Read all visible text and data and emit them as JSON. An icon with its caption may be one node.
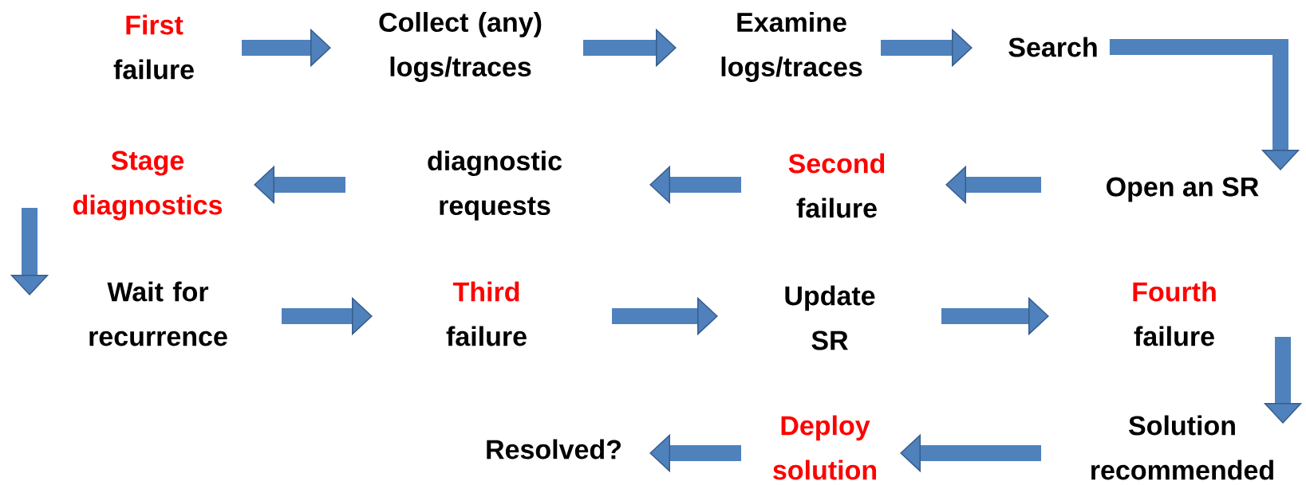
{
  "diagram": {
    "nodes": [
      {
        "text": [
          "First",
          "failure"
        ]
      },
      {
        "text": [
          "Collect (any) logs/traces"
        ]
      },
      {
        "text": [
          "Examine logs/traces"
        ]
      },
      {
        "text": [
          "Search"
        ]
      },
      {
        "text": [
          "Open an SR"
        ]
      },
      {
        "text": [
          "Second",
          "failure"
        ]
      },
      {
        "text": [
          "diagnostic requests"
        ]
      },
      {
        "text": [
          "Stage diagnostics"
        ]
      },
      {
        "text": [
          "Wait for recurrence"
        ]
      },
      {
        "text": [
          "Third",
          "failure"
        ]
      },
      {
        "text": [
          "Update SR"
        ]
      },
      {
        "text": [
          "Fourth",
          "failure"
        ]
      },
      {
        "text": [
          "Solution recommended"
        ]
      },
      {
        "text": [
          "Deploy solution"
        ]
      },
      {
        "text": [
          "Resolved?"
        ]
      }
    ],
    "edges": [
      {
        "from": 0,
        "to": 1,
        "arrow": "to"
      },
      {
        "from": 1,
        "to": 2,
        "arrow": "to"
      },
      {
        "from": 2,
        "to": 3,
        "arrow": "to"
      },
      {
        "from": 3,
        "to": 4,
        "arrow": "to"
      },
      {
        "from": 4,
        "to": 5,
        "arrow": "to"
      },
      {
        "from": 5,
        "to": 6,
        "arrow": "to"
      },
      {
        "from": 6,
        "to": 7,
        "arrow": "to"
      },
      {
        "from": 7,
        "to": 8,
        "arrow": "to"
      },
      {
        "from": 8,
        "to": 9,
        "arrow": "to"
      },
      {
        "from": 9,
        "to": 10,
        "arrow": "to"
      },
      {
        "from": 10,
        "to": 11,
        "arrow": "to"
      },
      {
        "from": 11,
        "to": 12,
        "arrow": "to"
      },
      {
        "from": 12,
        "to": 13,
        "arrow": "to"
      },
      {
        "from": 13,
        "to": 14,
        "arrow": "to"
      }
    ]
  }
}
